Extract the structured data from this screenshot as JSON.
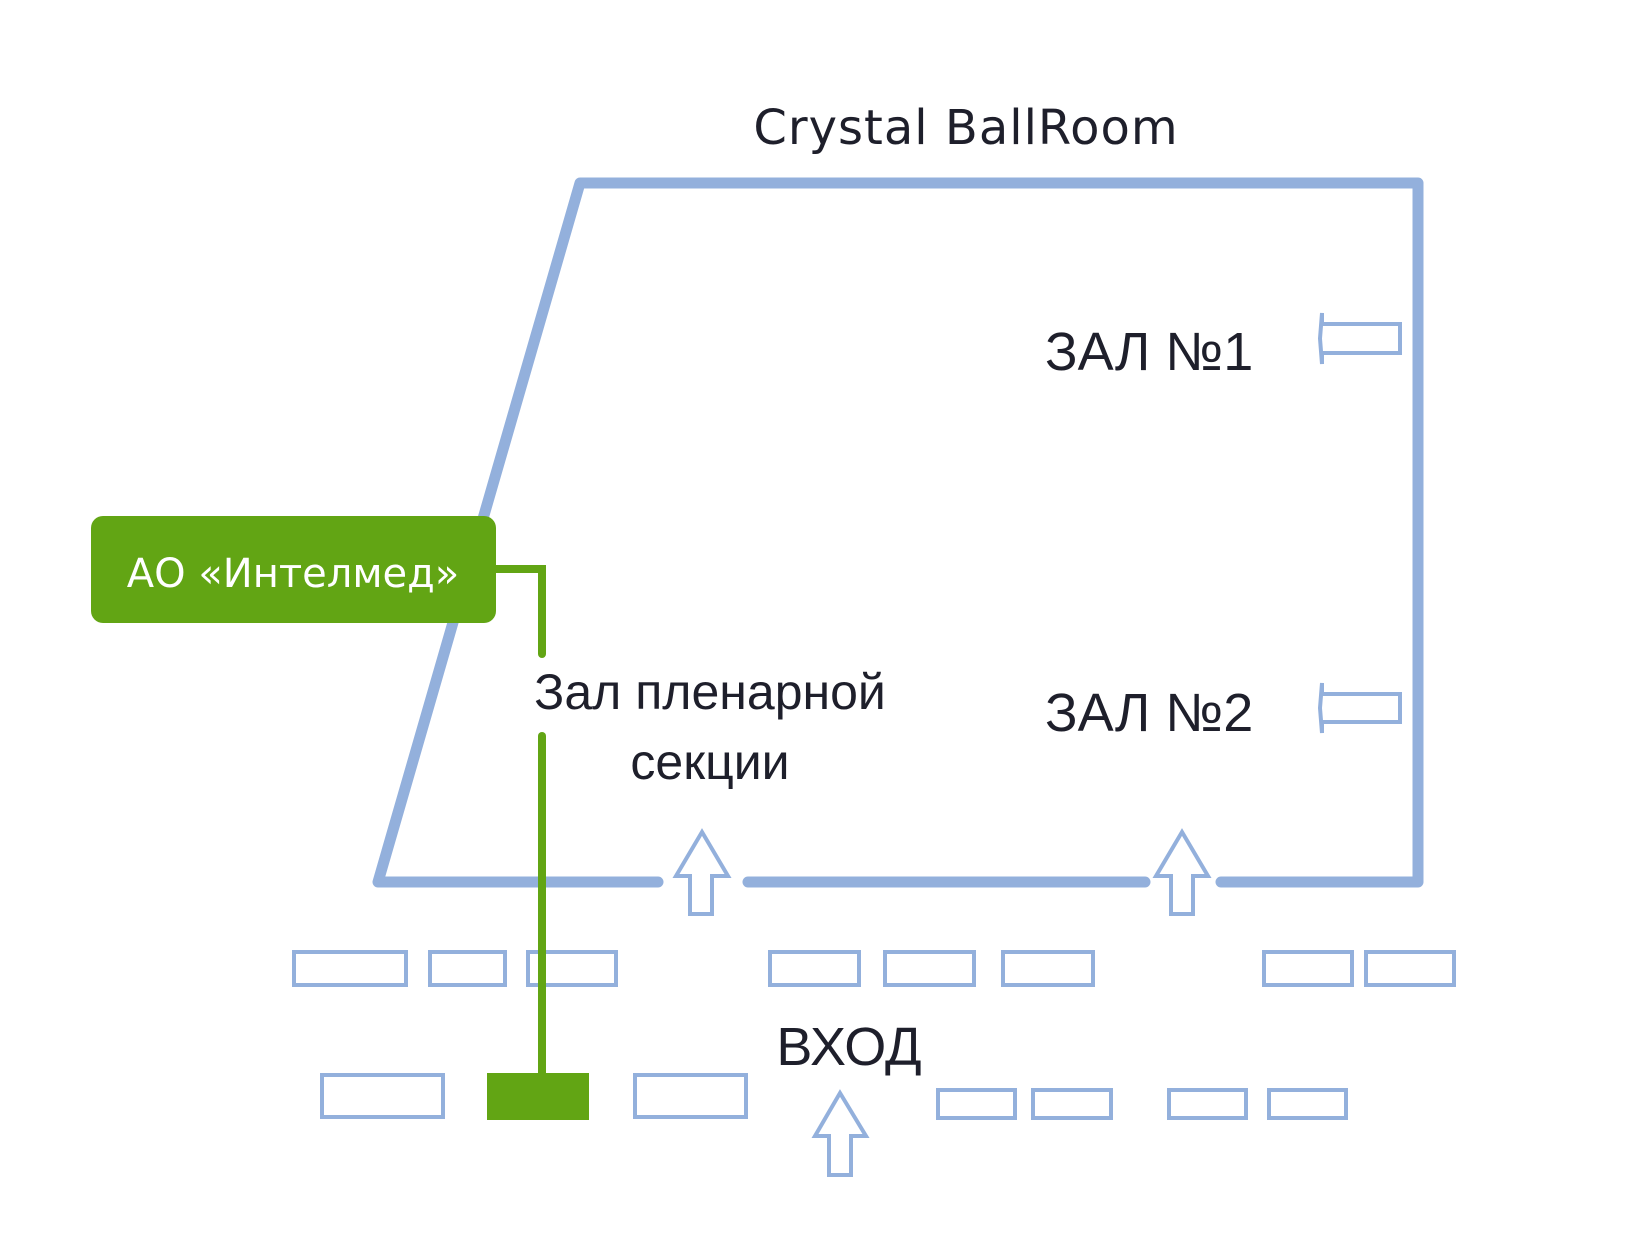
{
  "colors": {
    "wall": "#93b0dc",
    "arrow": "#93b0dc",
    "stand_outline": "#93b0dc",
    "highlight": "#62a514",
    "text": "#1e1f2b",
    "exhibitor_text": "#ffffff"
  },
  "room_title": "Crystal BallRoom",
  "halls": {
    "hall1": "ЗАЛ №1",
    "hall2": "ЗАЛ №2"
  },
  "plenary": {
    "line1": "Зал пленарной",
    "line2": "секции"
  },
  "entrance": "ВХОД",
  "exhibitor": {
    "name": "АО «Интелмед»"
  }
}
